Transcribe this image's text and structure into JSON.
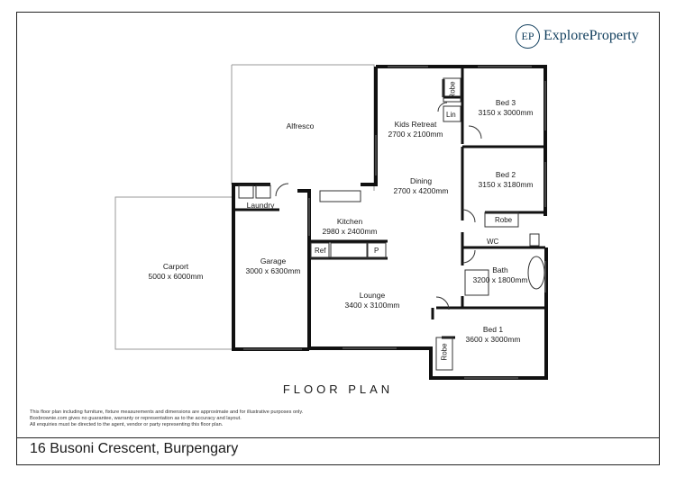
{
  "brand": {
    "badge": "EP",
    "name": "ExploreProperty"
  },
  "rooms": {
    "alfresco": {
      "name": "Alfresco"
    },
    "kids_retreat": {
      "name": "Kids Retreat",
      "dims": "2700 x 2100mm"
    },
    "bed3": {
      "name": "Bed 3",
      "dims": "3150 x 3000mm"
    },
    "bed2": {
      "name": "Bed 2",
      "dims": "3150 x 3180mm"
    },
    "dining": {
      "name": "Dining",
      "dims": "2700 x 4200mm"
    },
    "kitchen": {
      "name": "Kitchen",
      "dims": "2980 x 2400mm"
    },
    "laundry": {
      "name": "Laundry"
    },
    "garage": {
      "name": "Garage",
      "dims": "3000 x 6300mm"
    },
    "carport": {
      "name": "Carport",
      "dims": "5000 x 6000mm"
    },
    "lounge": {
      "name": "Lounge",
      "dims": "3400 x 3100mm"
    },
    "bath": {
      "name": "Bath",
      "dims": "3200 x 1800mm"
    },
    "bed1": {
      "name": "Bed 1",
      "dims": "3600 x 3000mm"
    }
  },
  "fixtures": {
    "robe_bed3": "Robe",
    "lin": "Lin",
    "robe_bed2": "Robe",
    "wc": "WC",
    "ref": "Ref",
    "pantry": "P",
    "robe_bed1": "Robe"
  },
  "heading": "FLOOR PLAN",
  "disclaimer": [
    "This floor plan including furniture, fixture measurements and dimensions are approximate and for illustrative purposes only.",
    "Boxbrownie.com gives no guarantee, warranty or representation as to the accuracy and layout.",
    "All enquiries must be directed to the agent, vendor or party representing this floor plan."
  ],
  "address": "16 Busoni Crescent, Burpengary"
}
